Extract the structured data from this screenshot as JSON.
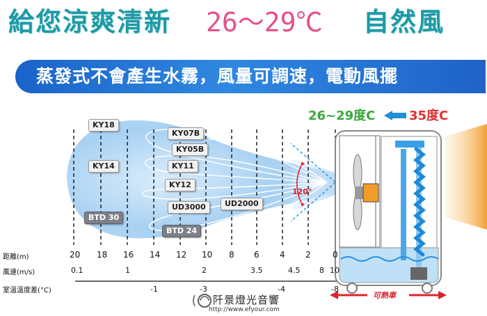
{
  "headline": {
    "part1": "給您涼爽清新",
    "part2": "26～29℃",
    "part3": "自然風",
    "color_teal": "#1e9aa6",
    "color_pink": "#e4508b"
  },
  "banner": {
    "text": "蒸發式不會產生水霧，風量可調速，電動風擺",
    "color": "#1f6fd6"
  },
  "temps": {
    "cool": "26~29度C",
    "hot": "35度C",
    "cool_color": "#3aa83a",
    "hot_color": "#e23030",
    "arrow_color": "#1e8fd8"
  },
  "angle_label": "120°",
  "models": [
    "KY18",
    "KY07B",
    "KY05B",
    "KY14",
    "KY11",
    "KY12",
    "UD3000",
    "UD2000",
    "BTD 30",
    "BTD 24"
  ],
  "rows": {
    "distance_label": "距離(m)",
    "speed_label": "風速(m/s)",
    "tempdiff_label": "室溫溫度差(°C)"
  },
  "distance_ticks": [
    "20",
    "18",
    "16",
    "14",
    "12",
    "10",
    "8",
    "6",
    "4",
    "2",
    "0"
  ],
  "speed_ticks": [
    "0.1",
    "1",
    "2",
    "3.5",
    "4.5",
    "8",
    "10"
  ],
  "temp_ticks": [
    "-1",
    "-3",
    "-4",
    "-8"
  ],
  "caster_label": "可熱車",
  "watermark_name": "阡景燈光音響",
  "watermark_url": "http://www.efyour.com"
}
